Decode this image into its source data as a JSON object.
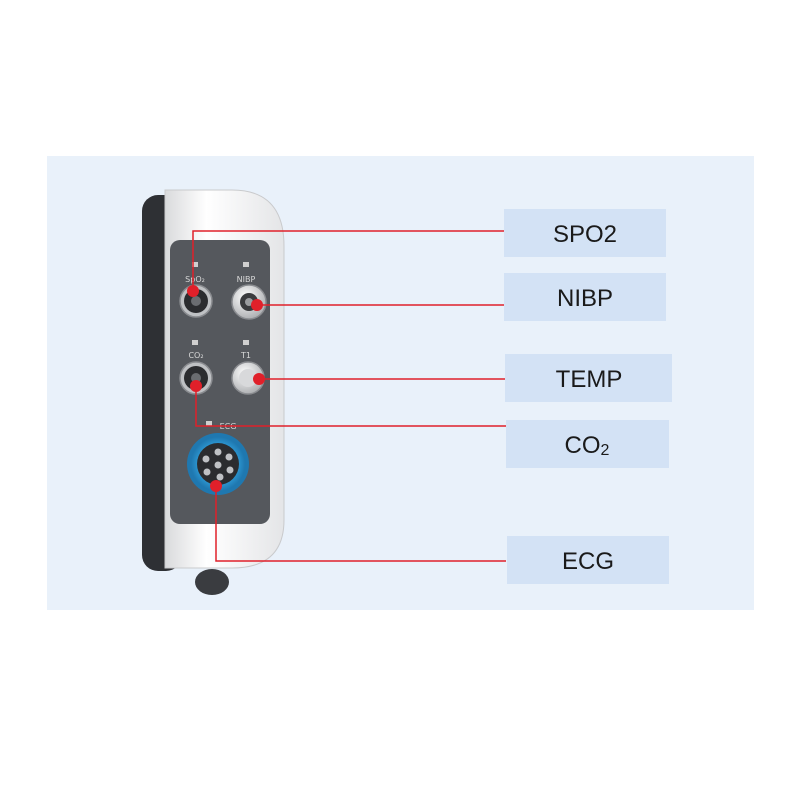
{
  "port_labels": {
    "spo2": "SpO₂",
    "nibp": "NIBP",
    "co2": "CO₂",
    "t1": "T1",
    "ecg": "ECG"
  },
  "callouts": {
    "spo2": "SPO2",
    "nibp": "NIBP",
    "temp": "TEMP",
    "co2_main": "CO",
    "co2_sub": "2",
    "ecg": "ECG"
  },
  "colors": {
    "background_panel": "#e9f1fa",
    "callout_box": "#d3e2f5",
    "leader_line": "#e0202a",
    "device_shell": "#f2f2f2",
    "device_panel": "#55585d",
    "ecg_connector": "#3fa8dc"
  }
}
